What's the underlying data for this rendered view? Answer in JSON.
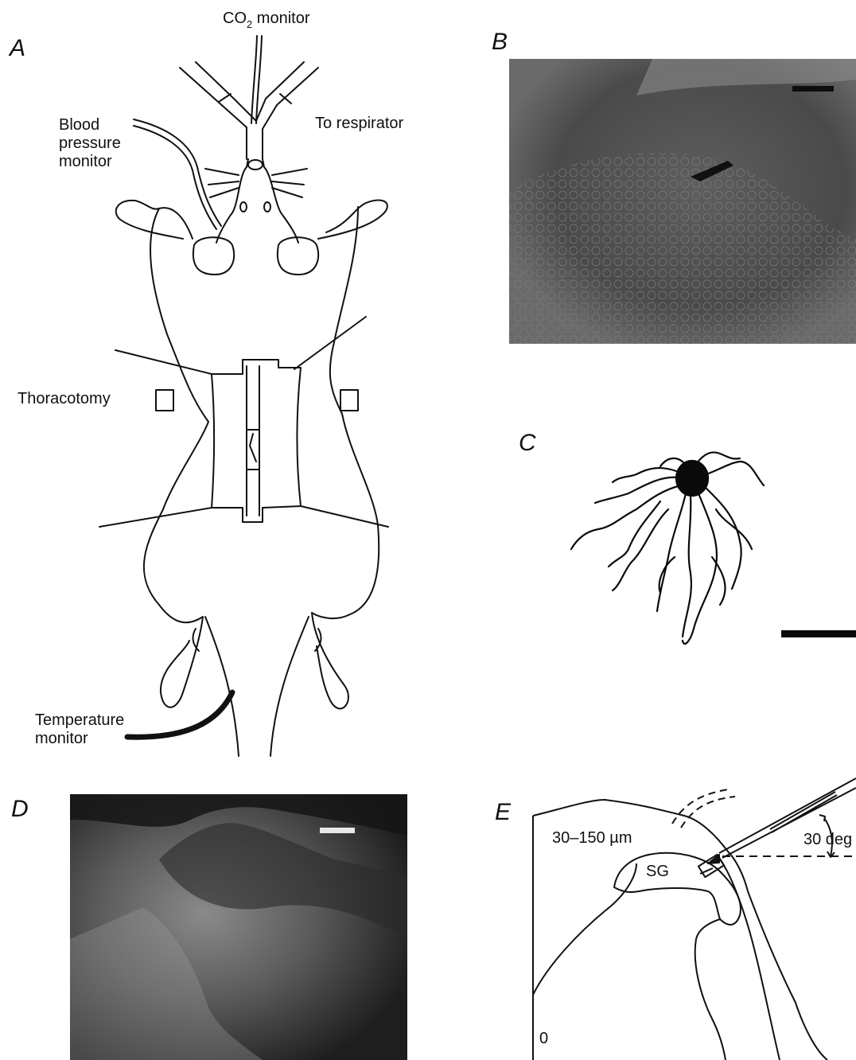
{
  "panels": {
    "a": {
      "letter": "A",
      "co2_label": "CO",
      "co2_sub": "2",
      "co2_rest": " monitor",
      "respirator": "To respirator",
      "blood_line1": "Blood",
      "blood_line2": "pressure",
      "blood_line3": "monitor",
      "thoracotomy": "Thoracotomy",
      "temp_line1": "Temperature",
      "temp_line2": "monitor"
    },
    "b": {
      "letter": "B"
    },
    "c": {
      "letter": "C"
    },
    "d": {
      "letter": "D"
    },
    "e": {
      "letter": "E",
      "depth": "30–150 µm",
      "angle": "30 deg",
      "sg": "SG",
      "zero": "0"
    }
  }
}
